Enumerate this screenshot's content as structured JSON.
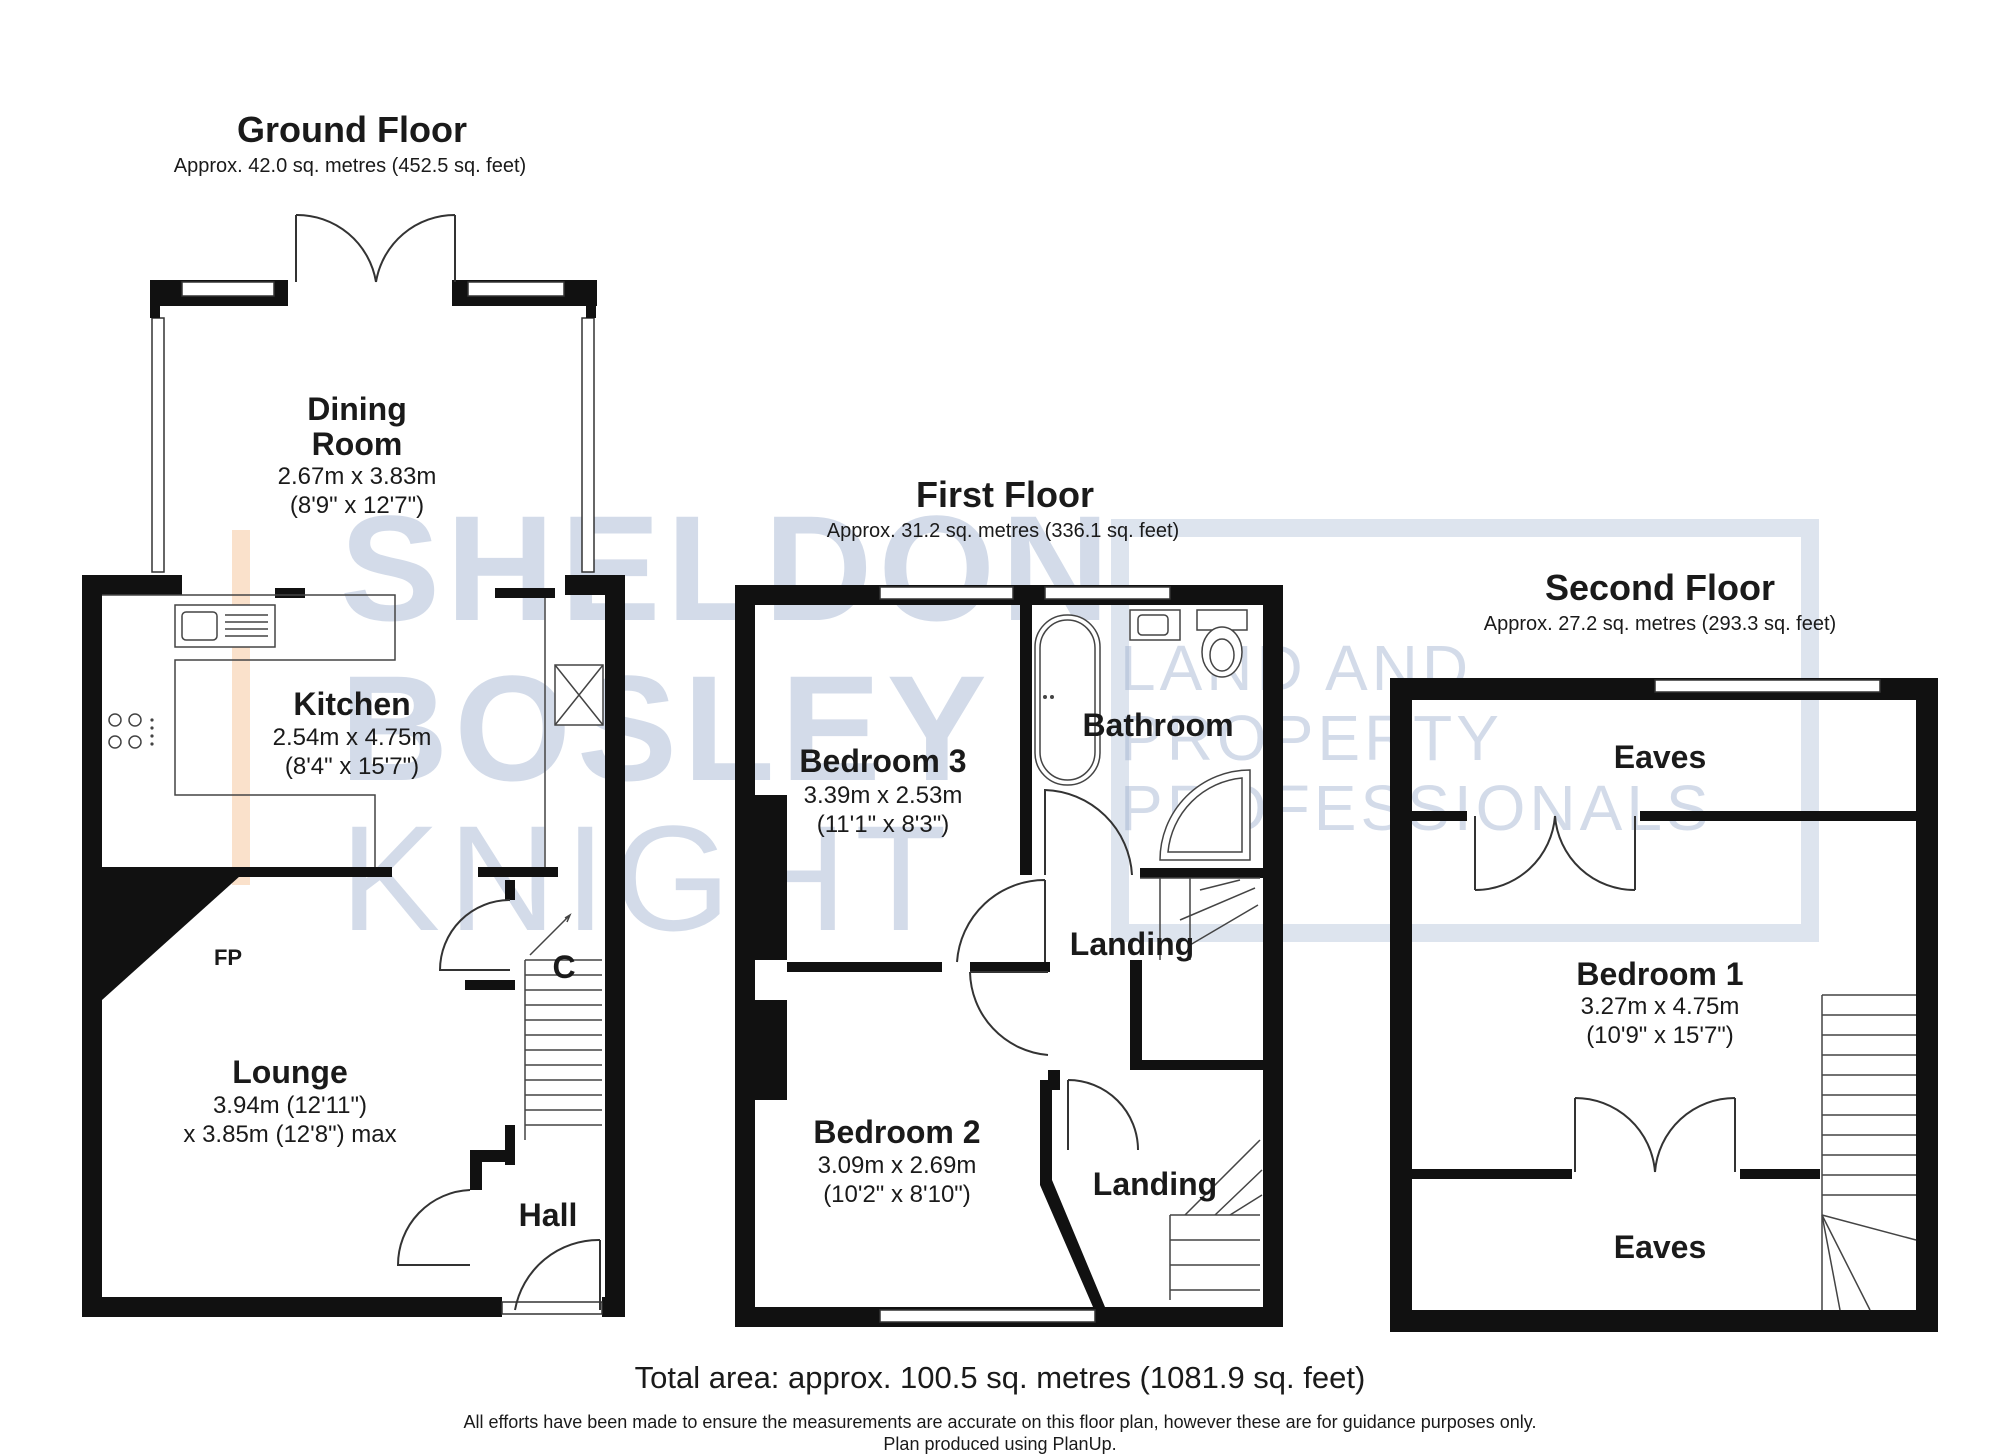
{
  "watermark": {
    "line1": "SHELDON",
    "line2": "BOSLEY",
    "line3": "KNIGHT",
    "tag1": "LAND AND",
    "tag2": "PROPERTY",
    "tag3": "PROFESSIONALS",
    "colors": {
      "text": "#9fb1cf",
      "accent": "#f6c9a0"
    }
  },
  "ground_floor": {
    "title": "Ground Floor",
    "area": "Approx. 42.0 sq. metres (452.5 sq. feet)",
    "dining": {
      "name1": "Dining",
      "name2": "Room",
      "dim_m": "2.67m x 3.83m",
      "dim_ft": "(8'9\" x 12'7\")"
    },
    "kitchen": {
      "name": "Kitchen",
      "dim_m": "2.54m x 4.75m",
      "dim_ft": "(8'4\" x 15'7\")"
    },
    "lounge": {
      "name": "Lounge",
      "dim_1": "3.94m (12'11\")",
      "dim_2": "x 3.85m (12'8\") max"
    },
    "hall": {
      "name": "Hall"
    },
    "fp_label": "FP",
    "cupboard_label": "C"
  },
  "first_floor": {
    "title": "First Floor",
    "area": "Approx. 31.2 sq. metres (336.1 sq. feet)",
    "bedroom3": {
      "name": "Bedroom 3",
      "dim_m": "3.39m x 2.53m",
      "dim_ft": "(11'1\" x 8'3\")"
    },
    "bathroom": {
      "name": "Bathroom"
    },
    "landing_upper": {
      "name": "Landing"
    },
    "bedroom2": {
      "name": "Bedroom 2",
      "dim_m": "3.09m x 2.69m",
      "dim_ft": "(10'2\" x 8'10\")"
    },
    "landing_lower": {
      "name": "Landing"
    }
  },
  "second_floor": {
    "title": "Second Floor",
    "area": "Approx. 27.2 sq. metres (293.3 sq. feet)",
    "eaves_top": {
      "name": "Eaves"
    },
    "bedroom1": {
      "name": "Bedroom 1",
      "dim_m": "3.27m x 4.75m",
      "dim_ft": "(10'9\" x 15'7\")"
    },
    "eaves_bottom": {
      "name": "Eaves"
    }
  },
  "footer": {
    "total": "Total area: approx. 100.5 sq. metres (1081.9 sq. feet)",
    "disclaimer1": "All efforts have been made to ensure the measurements are accurate on this floor plan, however these are for guidance purposes only.",
    "disclaimer2": "Plan produced using PlanUp."
  }
}
